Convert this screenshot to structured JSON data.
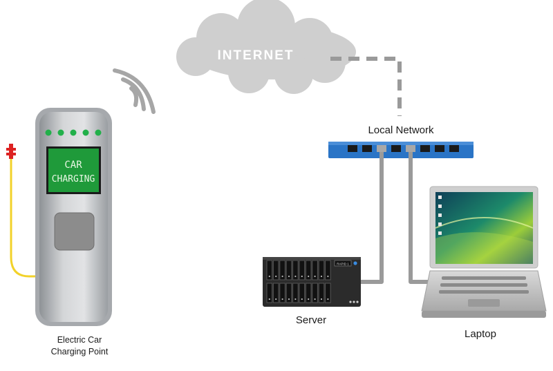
{
  "nodes": {
    "internet": {
      "label": "INTERNET"
    },
    "network": {
      "label": "Local Network"
    },
    "server": {
      "label": "Server",
      "badge": "RAPID 1"
    },
    "laptop": {
      "label": "Laptop"
    },
    "charger": {
      "label_line1": "Electric Car",
      "label_line2": "Charging Point",
      "screen_line1": "CAR",
      "screen_line2": "CHARGING"
    }
  },
  "colors": {
    "cloud": "#cfcfcf",
    "switch": "#2a74c6",
    "screen": "#1f9a3a",
    "charge_cable": "#f2d22a",
    "wire": "#9a9a9a",
    "led": "#22b04a"
  },
  "connections": [
    {
      "from": "internet",
      "to": "network",
      "style": "dashed"
    },
    {
      "from": "network",
      "to": "server",
      "style": "solid"
    },
    {
      "from": "network",
      "to": "laptop",
      "style": "solid"
    },
    {
      "from": "charger",
      "to": "internet",
      "style": "wireless"
    }
  ]
}
